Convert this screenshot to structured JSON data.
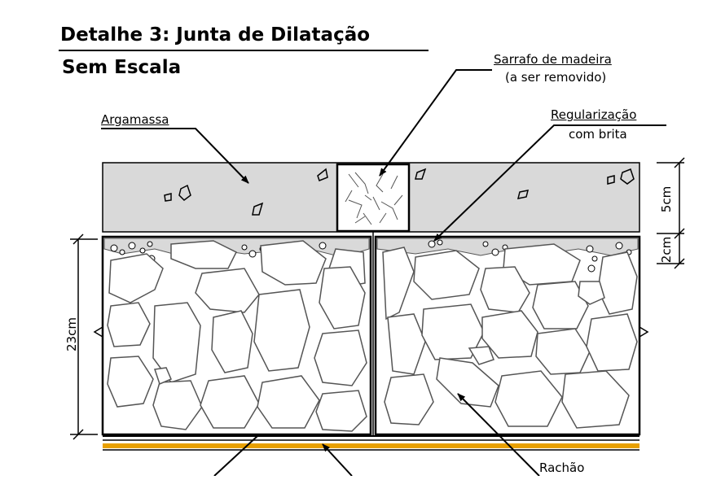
{
  "title": {
    "line1": "Detalhe 3: Junta de Dilatação",
    "line2": "Sem Escala"
  },
  "labels": {
    "sarrafo_line1": "Sarrafo de madeira",
    "sarrafo_line2": "(a ser removido)",
    "argamassa": "Argamassa",
    "regularizacao_line1": "Regularização",
    "regularizacao_line2": "com brita",
    "rachao": "Rachão"
  },
  "dimensions": {
    "top_layer": "5cm",
    "reg_layer": "2cm",
    "total": "23cm"
  },
  "colors": {
    "mortar_fill": "#d9d9d9",
    "line": "#000000",
    "stone_stroke": "#555555",
    "yellow_layer": "#e8a000"
  }
}
